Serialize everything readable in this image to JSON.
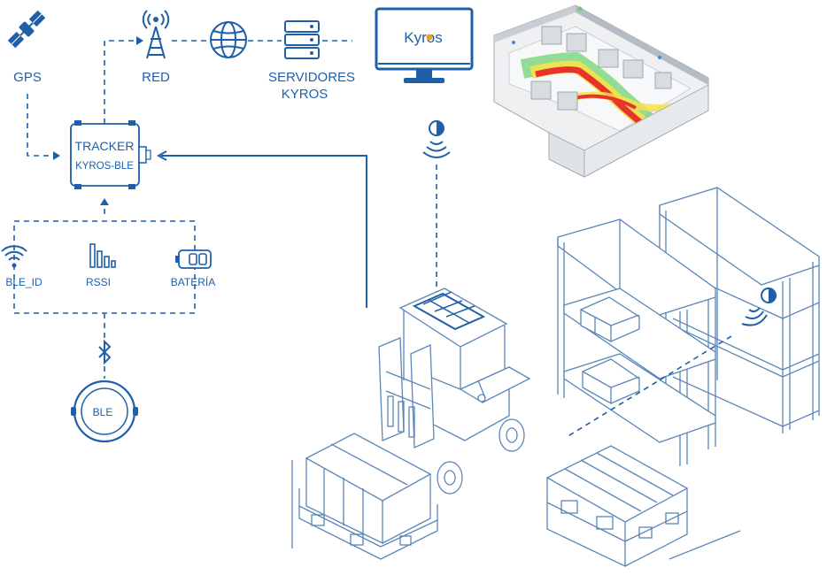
{
  "nodes": {
    "gps": "GPS",
    "red": "RED",
    "servidores_line1": "SERVIDORES",
    "servidores_line2": "KYROS",
    "tracker_line1": "TRACKER",
    "tracker_line2": "KYROS-BLE",
    "ble_id": "BLE_ID",
    "rssi": "RSSI",
    "bateria": "BATERÍA",
    "ble": "BLE"
  },
  "monitor_logo": "Kyros",
  "icons": [
    "satellite-icon",
    "antenna-tower-icon",
    "globe-icon",
    "server-icon",
    "monitor-icon",
    "wifi-icon",
    "signal-bars-icon",
    "battery-icon",
    "bluetooth-icon",
    "ble-beacon-icon",
    "beacon-icon",
    "forklift-icon",
    "shelving-icon",
    "pallet-icon",
    "warehouse-heatmap-icon"
  ],
  "colors": {
    "primary": "#1f5fa8",
    "heat_high": "#e8322b",
    "heat_mid": "#f6e24a",
    "heat_low": "#67d06a"
  }
}
